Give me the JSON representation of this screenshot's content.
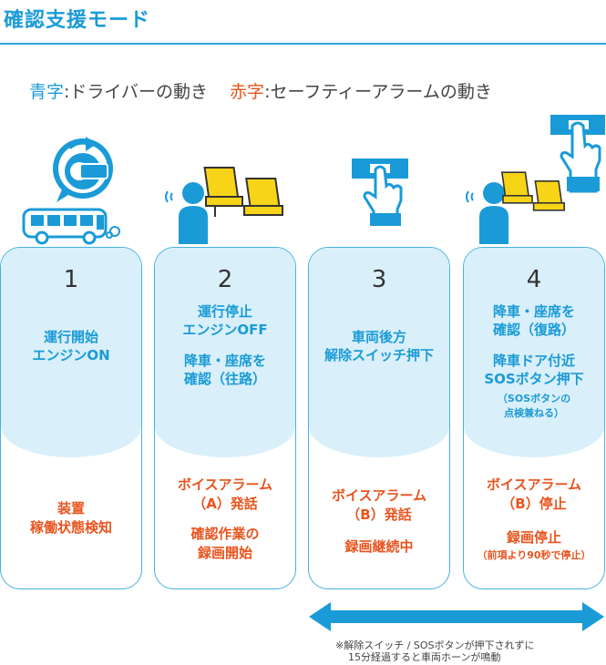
{
  "header": {
    "title": "確認支援モード"
  },
  "legend": {
    "blue_label": "青字",
    "blue_text": ":ドライバーの動き",
    "red_label": "赤字",
    "red_text": ":セーフティーアラームの動き"
  },
  "colors": {
    "accent_blue": "#1a9bd7",
    "accent_red": "#e8541e",
    "card_fill": "#d9eff9",
    "icon_yellow": "#f7d417"
  },
  "steps": [
    {
      "number": "1",
      "icons": [
        "ignition-key-icon",
        "bus-icon"
      ],
      "driver_lines": [
        "運行開始",
        "エンジンON"
      ],
      "alarm_lines": [
        "装置",
        "稼働状態検知"
      ]
    },
    {
      "number": "2",
      "icons": [
        "driver-person-icon",
        "bus-seats-icon"
      ],
      "driver_lines": [
        "運行停止",
        "エンジンOFF",
        "降車・座席を",
        "確認（往路）"
      ],
      "alarm_lines": [
        "ボイスアラーム",
        "（A）発話",
        "確認作業の",
        "録画開始"
      ]
    },
    {
      "number": "3",
      "icons": [
        "switch-press-hand-icon"
      ],
      "driver_lines": [
        "車両後方",
        "解除スイッチ押下"
      ],
      "alarm_lines": [
        "ボイスアラーム",
        "（B）発話",
        "録画継続中"
      ]
    },
    {
      "number": "4",
      "icons": [
        "driver-person-icon",
        "bus-seats-icon",
        "sos-press-hand-icon"
      ],
      "driver_lines": [
        "降車・座席を",
        "確認（復路）",
        "降車ドア付近",
        "SOSボタン押下"
      ],
      "driver_note": [
        "（SOSボタンの",
        "点検兼ねる）"
      ],
      "alarm_lines": [
        "ボイスアラーム",
        "（B）停止",
        "録画停止"
      ],
      "alarm_note": "（前項より90秒で停止）"
    }
  ],
  "footnote": {
    "line1": "※解除スイッチ / SOSボタンが押下されずに",
    "line2": "15分経過すると車両ホーンが鳴動"
  }
}
